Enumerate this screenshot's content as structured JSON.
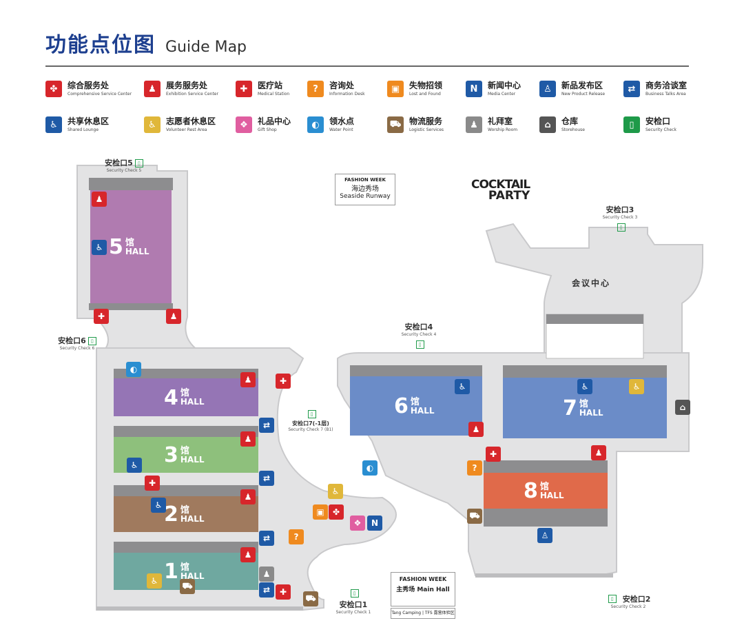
{
  "header": {
    "title_zh": "功能点位图",
    "title_en": "Guide Map"
  },
  "legend": [
    {
      "zh": "综合服务处",
      "en": "Comprehensive Service Center",
      "color": "#d7262b",
      "icon": "comprehensive-service-icon",
      "glyph": "✤"
    },
    {
      "zh": "展务服务处",
      "en": "Exhibition Service Center",
      "color": "#d7262b",
      "icon": "exhibition-service-icon",
      "glyph": "♟"
    },
    {
      "zh": "医疗站",
      "en": "Medical Station",
      "color": "#d7262b",
      "icon": "medical-station-icon",
      "glyph": "✚"
    },
    {
      "zh": "咨询处",
      "en": "Information Desk",
      "color": "#ef8a1f",
      "icon": "information-desk-icon",
      "glyph": "?"
    },
    {
      "zh": "失物招领",
      "en": "Lost and Found",
      "color": "#ef8a1f",
      "icon": "lost-and-found-icon",
      "glyph": "▣"
    },
    {
      "zh": "新闻中心",
      "en": "Media Center",
      "color": "#1f5aa6",
      "icon": "media-center-icon",
      "glyph": "N"
    },
    {
      "zh": "新品发布区",
      "en": "New Product Release",
      "color": "#1f5aa6",
      "icon": "new-product-release-icon",
      "glyph": "♙"
    },
    {
      "zh": "商务洽谈室",
      "en": "Business Talks Area",
      "color": "#1f5aa6",
      "icon": "business-talks-icon",
      "glyph": "⇄"
    },
    {
      "zh": "共享休息区",
      "en": "Shared Lounge",
      "color": "#1f5aa6",
      "icon": "shared-lounge-icon",
      "glyph": "♿"
    },
    {
      "zh": "志愿者休息区",
      "en": "Volunteer Rest Area",
      "color": "#e0b73a",
      "icon": "volunteer-rest-icon",
      "glyph": "♿"
    },
    {
      "zh": "礼品中心",
      "en": "Gift Shop",
      "color": "#e05ea0",
      "icon": "gift-shop-icon",
      "glyph": "❖"
    },
    {
      "zh": "领水点",
      "en": "Water Point",
      "color": "#2a8ed1",
      "icon": "water-point-icon",
      "glyph": "◐"
    },
    {
      "zh": "物流服务",
      "en": "Logistic Services",
      "color": "#8a6a45",
      "icon": "logistic-services-icon",
      "glyph": "⛟"
    },
    {
      "zh": "礼拜室",
      "en": "Worship Room",
      "color": "#8a8a8a",
      "icon": "worship-room-icon",
      "glyph": "♟"
    },
    {
      "zh": "仓库",
      "en": "Storehouse",
      "color": "#555555",
      "icon": "storehouse-icon",
      "glyph": "⌂"
    },
    {
      "zh": "安检口",
      "en": "Security Check",
      "color": "#1e9a49",
      "icon": "security-check-icon",
      "glyph": "▯"
    }
  ],
  "map": {
    "halls": [
      {
        "id": "5",
        "num": "5",
        "zh": "馆",
        "en": "HALL",
        "color": "#b07bb0"
      },
      {
        "id": "4",
        "num": "4",
        "zh": "馆",
        "en": "HALL",
        "color": "#9575b5"
      },
      {
        "id": "3",
        "num": "3",
        "zh": "馆",
        "en": "HALL",
        "color": "#8ec07c"
      },
      {
        "id": "2",
        "num": "2",
        "zh": "馆",
        "en": "HALL",
        "color": "#a07a5e"
      },
      {
        "id": "1",
        "num": "1",
        "zh": "馆",
        "en": "HALL",
        "color": "#6fa8a0"
      },
      {
        "id": "6",
        "num": "6",
        "zh": "馆",
        "en": "HALL",
        "color": "#6b8cc8"
      },
      {
        "id": "7",
        "num": "7",
        "zh": "馆",
        "en": "HALL",
        "color": "#6b8cc8"
      },
      {
        "id": "8",
        "num": "8",
        "zh": "馆",
        "en": "HALL",
        "color": "#e06a4a"
      }
    ],
    "checks": {
      "c5": {
        "zh": "安检口5",
        "en": "Security Check 5"
      },
      "c6": {
        "zh": "安检口6",
        "en": "Security Check 6"
      },
      "c4": {
        "zh": "安检口4",
        "en": "Security Check 4"
      },
      "c3": {
        "zh": "安检口3",
        "en": "Security Check 3"
      },
      "c7": {
        "zh": "安检口7(-1层)",
        "en": "Security Check 7 (B1)"
      },
      "c1": {
        "zh": "安检口1",
        "en": "Security Check 1"
      },
      "c2": {
        "zh": "安检口2",
        "en": "Security Check 2"
      }
    },
    "conference": "会议中心",
    "seaside": {
      "logo": "FASHION WEEK",
      "zh": "海边秀场",
      "en": "Seaside Runway"
    },
    "cocktail": {
      "line1": "COCKTAIL",
      "line2": "PARTY"
    },
    "mainhall": {
      "logo": "FASHION WEEK",
      "zh": "主秀场 Main Hall",
      "foot": "Tang Camping | TFS 露营体验区"
    }
  }
}
